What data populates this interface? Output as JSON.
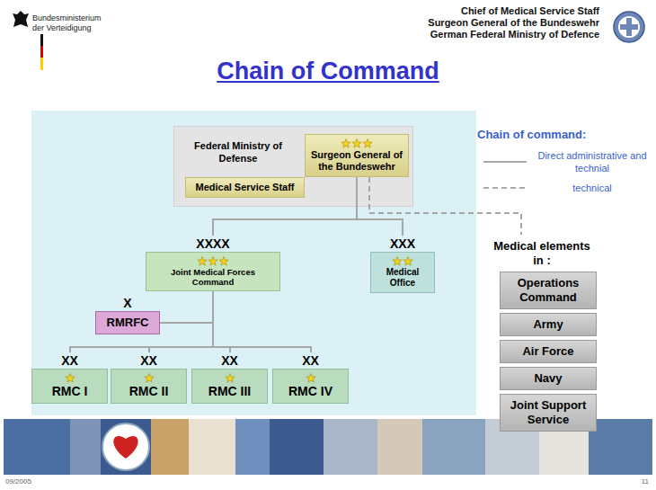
{
  "diagram": {
    "title": "Chain of Command",
    "nodes": [
      {
        "text": [
          "Federal Ministry of Defense"
        ]
      },
      {
        "text": [
          "Surgeon General of the Bundeswehr"
        ],
        "in": 0
      },
      {
        "text": [
          "Medical Service Staff"
        ],
        "in": 0
      },
      {
        "text": [
          "XXXX",
          "Joint Medical Forces Command"
        ]
      },
      {
        "text": [
          "XXX",
          "Medical Office"
        ]
      },
      {
        "text": [
          "X",
          "RMRFC"
        ]
      },
      {
        "text": [
          "XX",
          "RMC I"
        ]
      },
      {
        "text": [
          "XX",
          "RMC II"
        ]
      },
      {
        "text": [
          "XX",
          "RMC III"
        ]
      },
      {
        "text": [
          "XX",
          "RMC IV"
        ]
      },
      {
        "text": [
          "Operations Command"
        ]
      },
      {
        "text": [
          "Army"
        ]
      },
      {
        "text": [
          "Air Force"
        ]
      },
      {
        "text": [
          "Navy"
        ]
      },
      {
        "text": [
          "Joint Support Service"
        ]
      }
    ],
    "edges": [
      {
        "from": 1,
        "to": 3,
        "arrow": "none"
      },
      {
        "from": 1,
        "to": 4,
        "arrow": "none"
      },
      {
        "from": 3,
        "to": 5,
        "arrow": "none"
      },
      {
        "from": 3,
        "to": 6,
        "arrow": "none"
      },
      {
        "from": 3,
        "to": 7,
        "arrow": "none"
      },
      {
        "from": 3,
        "to": 8,
        "arrow": "none"
      },
      {
        "from": 3,
        "to": 9,
        "arrow": "none"
      }
    ],
    "labels": [
      "Bundesministerium der Verteidigung",
      "Chief of Medical Service Staff",
      "Surgeon General of the Bundeswehr",
      "German Federal Ministry of Defence",
      "Chain of command:",
      "Medical elements in :",
      "09/2005",
      "11"
    ],
    "legend": [
      {
        "text": "Direct administrative and technial"
      },
      {
        "text": "technical"
      }
    ]
  }
}
